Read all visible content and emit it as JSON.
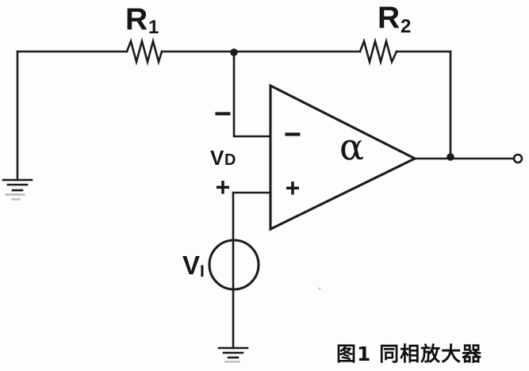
{
  "figure": {
    "caption": "图1 同相放大器"
  },
  "colors": {
    "ink": "#1c1c1c",
    "background": "#fdfdfb"
  },
  "labels": {
    "r1": {
      "base": "R",
      "sub": "1"
    },
    "r2": {
      "base": "R",
      "sub": "2"
    },
    "vd": {
      "base": "V",
      "sub": "D"
    },
    "vi": {
      "base": "V",
      "sub": "I"
    },
    "gain": "α"
  },
  "signs": {
    "inverting_minus": "−",
    "noninverting_plus": "+",
    "opamp_minus": "−",
    "opamp_plus": "+"
  }
}
